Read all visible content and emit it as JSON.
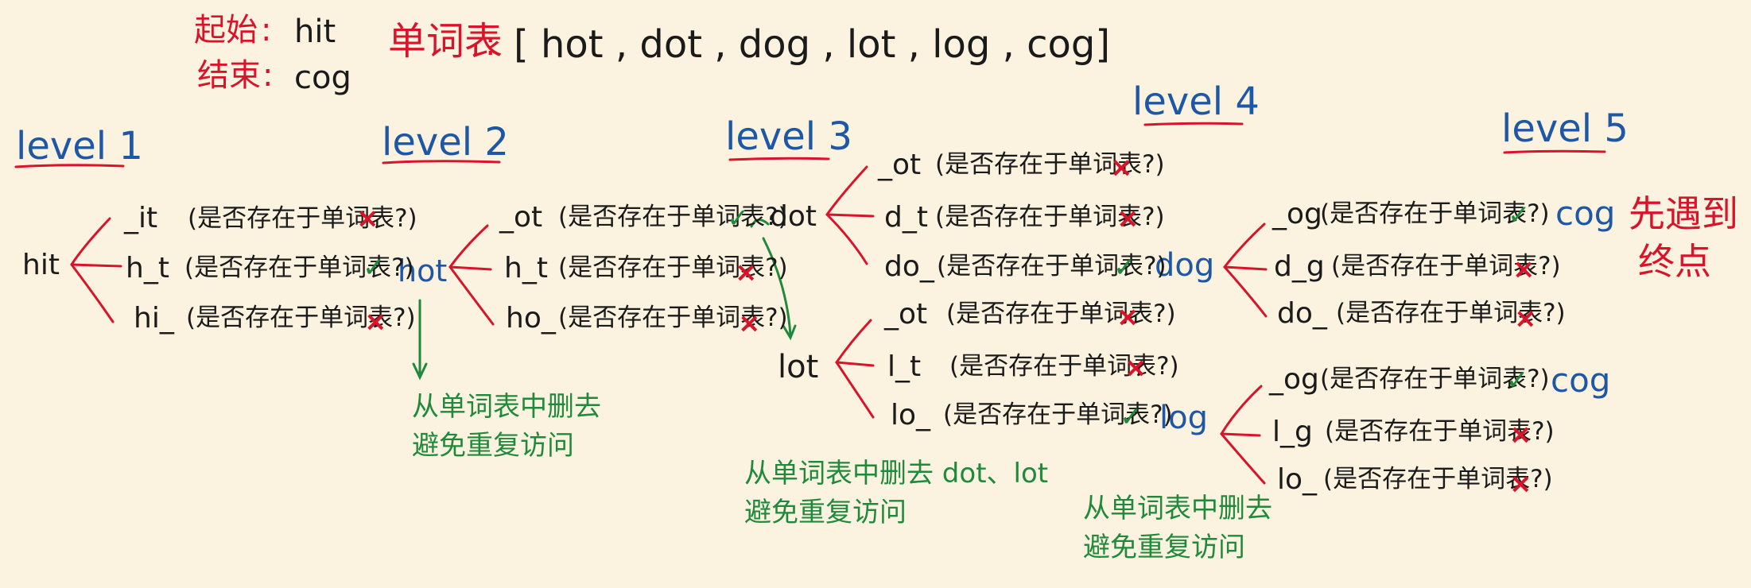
{
  "header": {
    "start_label": "起始",
    "start_word": "hit",
    "end_label": "结束",
    "end_word": "cog",
    "wordlist_label": "单词表",
    "wordlist": "[ hot , dot , dog , lot , log , cog]"
  },
  "levels": [
    "level 1",
    "level 2",
    "level 3",
    "level 4",
    "level 5"
  ],
  "question": "(是否存在于单词表?)",
  "marks": {
    "yes": "✓",
    "no": "×"
  },
  "nodes": {
    "hit": "hit",
    "hot": "hot",
    "dot": "dot",
    "lot": "lot",
    "dog": "dog",
    "log": "log",
    "cog1": "cog",
    "cog2": "cog"
  },
  "patterns": {
    "hit": [
      "_it",
      "h_t",
      "hi_"
    ],
    "hot": [
      "_ot",
      "h_t",
      "ho_"
    ],
    "dot": [
      "_ot",
      "d_t",
      "do_"
    ],
    "lot": [
      "_ot",
      "l_t",
      "lo_"
    ],
    "dog": [
      "_og",
      "d_g",
      "do_"
    ],
    "log": [
      "_og",
      "l_g",
      "lo_"
    ]
  },
  "notes": {
    "n1_line1": "从单词表中删去",
    "n1_line2": "避免重复访问",
    "n2_line1": "从单词表中删去 dot、lot",
    "n2_line2": "避免重复访问",
    "n3_line1": "从单词表中删去",
    "n3_line2": "避免重复访问",
    "first_reach_line1": "先遇到",
    "first_reach_line2": "终点"
  }
}
